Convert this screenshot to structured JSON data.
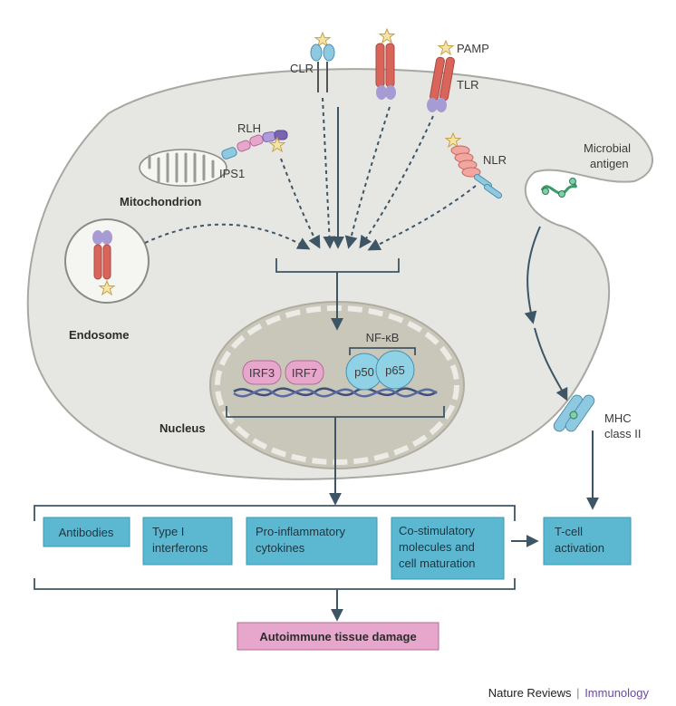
{
  "receptors": {
    "clr": "CLR",
    "pamp": "PAMP",
    "tlr": "TLR",
    "rlh": "RLH",
    "ips1": "IPS1",
    "nlr": "NLR"
  },
  "organelles": {
    "mitochondrion": "Mitochondrion",
    "endosome": "Endosome",
    "nucleus": "Nucleus"
  },
  "antigen": {
    "line1": "Microbial",
    "line2": "antigen"
  },
  "mhc": {
    "line1": "MHC",
    "line2": "class II"
  },
  "transcription": {
    "irf3": "IRF3",
    "irf7": "IRF7",
    "nfkb": "NF-κB",
    "p50": "p50",
    "p65": "p65"
  },
  "outputs": {
    "antibodies": "Antibodies",
    "type1_l1": "Type I",
    "type1_l2": "interferons",
    "cyto_l1": "Pro-inflammatory",
    "cyto_l2": "cytokines",
    "costim_l1": "Co-stimulatory",
    "costim_l2": "molecules and",
    "costim_l3": "cell maturation",
    "tcell_l1": "T-cell",
    "tcell_l2": "activation",
    "damage": "Autoimmune tissue damage"
  },
  "credit": {
    "journal": "Nature Reviews",
    "separator": "|",
    "subject": "Immunology"
  },
  "colors": {
    "cell": "#e6e6e2",
    "nucleus": "#c9c6ba",
    "box": "#5bb8d0",
    "damage_box": "#e7a6cc",
    "receptor": "#d9645a",
    "lobe": "#a79bd4",
    "arrow": "#3e5566"
  }
}
